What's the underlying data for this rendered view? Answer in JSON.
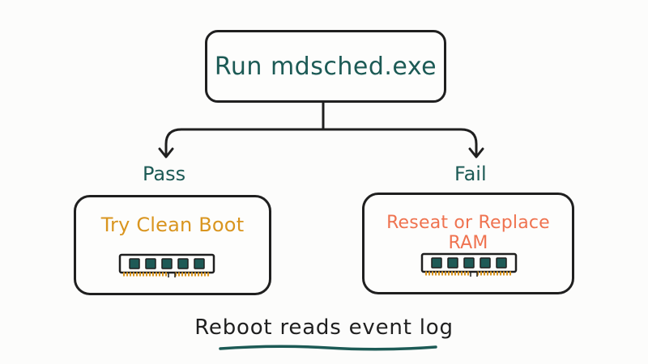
{
  "root": {
    "label": "Run mdsched.exe"
  },
  "branches": [
    {
      "id": "pass",
      "label": "Pass",
      "outcome": "Try Clean Boot",
      "outcome_color": "#d9951f"
    },
    {
      "id": "fail",
      "label": "Fail",
      "outcome": "Reseat or Replace RAM",
      "outcome_color": "#ef7350"
    }
  ],
  "footer": {
    "note": "Reboot reads event log"
  },
  "colors": {
    "ink": "#1f1f1f",
    "teal": "#1c5a55",
    "ram_chip": "#1e5a56",
    "ram_pins": "#d9951f"
  },
  "icons": {
    "module": "ram-module-icon"
  }
}
